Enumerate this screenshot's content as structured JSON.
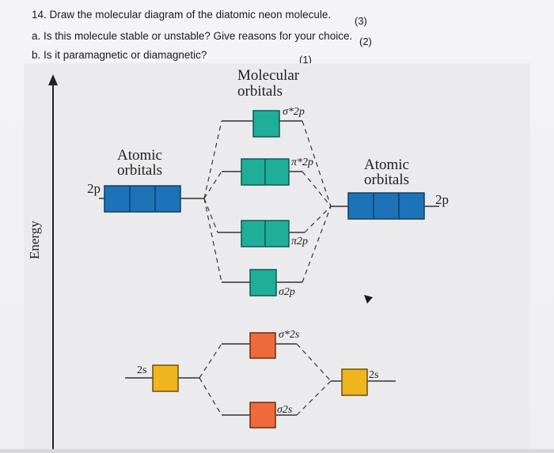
{
  "question": {
    "q14": "14. Draw the molecular diagram of the diatomic neon molecule.",
    "q14_marks": "(3)",
    "qa": "a. Is this molecule stable or unstable? Give reasons for your choice.",
    "qa_marks": "(2)",
    "qb": "b. Is it paramagnetic or diamagnetic?",
    "qb_marks": "(1)"
  },
  "diagram": {
    "mo_title_line1": "Molecular",
    "mo_title_line2": "orbitals",
    "left_title_line1": "Atomic",
    "left_title_line2": "orbitals",
    "right_title_line1": "Atomic",
    "right_title_line2": "orbitals",
    "axis_label": "Energy",
    "left_2p": "2p",
    "right_2p": "2p",
    "left_2s": "2s",
    "right_2s": "2s",
    "sigma_star_2p": "σ*2p",
    "pi_star_2p": "π*2p",
    "pi_2p": "π2p",
    "sigma_2p": "σ2p",
    "sigma_star_2s": "σ*2s",
    "sigma_2s": "σ2s",
    "colors": {
      "blue": "#1e72b8",
      "teal": "#1fae9a",
      "orange": "#ef6a3a",
      "yellow": "#f0b51c"
    }
  }
}
